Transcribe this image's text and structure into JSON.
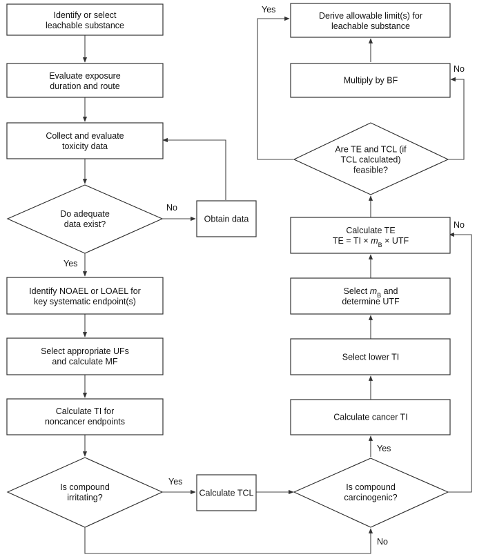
{
  "nodes": {
    "identify_substance": {
      "lines": [
        "Identify or select",
        "leachable substance"
      ]
    },
    "evaluate_exposure": {
      "lines": [
        "Evaluate exposure",
        "duration and route"
      ]
    },
    "collect_toxicity": {
      "lines": [
        "Collect and evaluate",
        "toxicity data"
      ]
    },
    "adequate_data": {
      "lines": [
        "Do adequate",
        "data exist?"
      ]
    },
    "obtain_data": {
      "lines": [
        "Obtain data"
      ]
    },
    "identify_noael": {
      "lines": [
        "Identify NOAEL or LOAEL for",
        "key systematic endpoint(s)"
      ]
    },
    "select_ufs": {
      "lines": [
        "Select appropriate UFs",
        "and calculate MF"
      ]
    },
    "calc_ti": {
      "lines": [
        "Calculate TI for",
        "noncancer endpoints"
      ]
    },
    "irritating": {
      "lines": [
        "Is compound",
        "irritating?"
      ]
    },
    "calc_tcl": {
      "lines": [
        "Calculate TCL"
      ]
    },
    "carcinogenic": {
      "lines": [
        "Is compound",
        "carcinogenic?"
      ]
    },
    "calc_cancer_ti": {
      "lines": [
        "Calculate cancer TI"
      ]
    },
    "select_lower_ti": {
      "lines": [
        "Select lower TI"
      ]
    },
    "select_mb": {
      "lines": [
        "Select mB and",
        "determine UTF"
      ]
    },
    "calc_te": {
      "lines": [
        "Calculate TE",
        "TE = TI × mB × UTF"
      ]
    },
    "feasible": {
      "lines": [
        "Are TE and TCL (if",
        "TCL calculated)",
        "feasible?"
      ]
    },
    "multiply_bf": {
      "lines": [
        "Multiply by BF"
      ]
    },
    "derive_limits": {
      "lines": [
        "Derive allowable limit(s) for",
        "leachable substance"
      ]
    }
  },
  "edge_labels": {
    "adequate_no": "No",
    "adequate_yes": "Yes",
    "irritating_yes": "Yes",
    "carcinogenic_yes": "Yes",
    "carcinogenic_no": "No",
    "feasible_yes": "Yes",
    "feasible_no": "No",
    "irritating_no": "No"
  }
}
